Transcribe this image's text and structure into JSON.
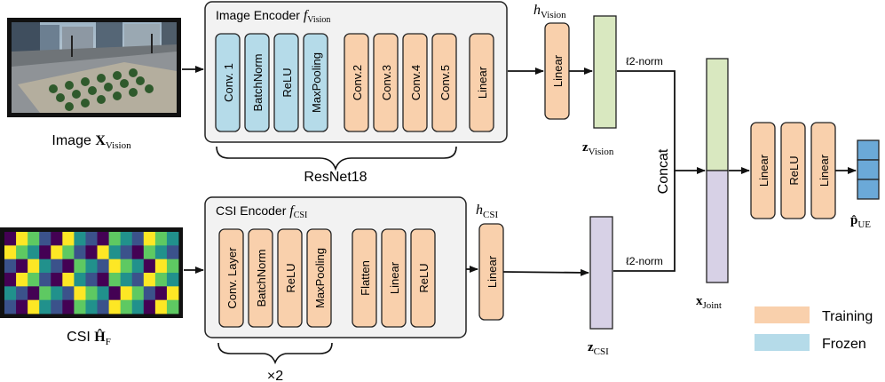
{
  "image_input": {
    "label_prefix": "Image ",
    "symbol": "X",
    "subscript": "Vision"
  },
  "csi_input": {
    "label_prefix": "CSI ",
    "symbol": "Ĥ",
    "subscript": "F"
  },
  "image_encoder": {
    "title": "Image Encoder ",
    "symbol": "f",
    "subscript": "Vision",
    "frozen_layers": [
      "Conv. 1",
      "BatchNorm",
      "ReLU",
      "MaxPooling"
    ],
    "training_layers": [
      "Conv.2",
      "Conv.3",
      "Conv.4",
      "Conv.5"
    ],
    "last_layer": "Linear",
    "brace_label": "ResNet18"
  },
  "csi_encoder": {
    "title": "CSI Encoder ",
    "symbol": "f",
    "subscript": "CSI",
    "block_layers": [
      "Conv. Layer",
      "BatchNorm",
      "ReLU",
      "MaxPooling"
    ],
    "head_layers": [
      "Flatten",
      "Linear",
      "ReLU"
    ],
    "brace_label": "×2"
  },
  "vision_head": {
    "symbol": "h",
    "subscript": "Vision",
    "layer": "Linear"
  },
  "csi_head": {
    "symbol": "h",
    "subscript": "CSI",
    "layer": "Linear"
  },
  "z_vision": {
    "symbol": "z",
    "subscript": "Vision"
  },
  "z_csi": {
    "symbol": "z",
    "subscript": "CSI"
  },
  "norm_label_top": "ℓ2-norm",
  "norm_label_bottom": "ℓ2-norm",
  "concat_label": "Concat",
  "x_joint": {
    "symbol": "x",
    "subscript": "Joint"
  },
  "mlp_layers": [
    "Linear",
    "ReLU",
    "Linear"
  ],
  "output": {
    "symbol": "p̂",
    "subscript": "UE"
  },
  "legend": [
    {
      "label": "Training",
      "color": "#f9d0ac"
    },
    {
      "label": "Frozen",
      "color": "#b5dbe9"
    }
  ],
  "colors": {
    "training": "#f9d0ac",
    "frozen": "#b5dbe9",
    "vision_embedding": "#d9e8c0",
    "csi_embedding": "#d7d1e6",
    "output_vector": "#6ba9d8",
    "encoder_panel": "#f2f2f2"
  },
  "icons": {
    "scene_image": "street-scene-thumbnail",
    "csi_heatmap": "csi-heatmap-thumbnail"
  }
}
